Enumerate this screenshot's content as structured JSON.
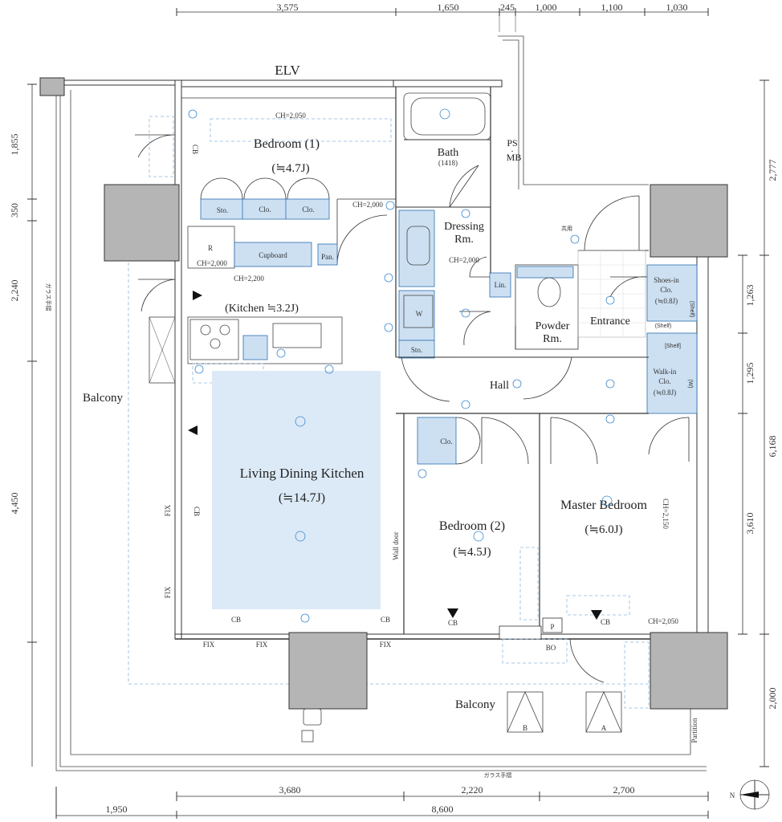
{
  "top_dims": [
    "3,575",
    "1,650",
    "245",
    "1,000",
    "1,100",
    "1,030"
  ],
  "bottom_dims_row1": [
    "3,680",
    "2,220",
    "2,700"
  ],
  "bottom_dims_row2": [
    "1,950",
    "8,600"
  ],
  "left_dims": [
    "1,855",
    "350",
    "2,240",
    "4,450"
  ],
  "right_dims_outer": [
    "2,777",
    "6,168",
    "2,000"
  ],
  "right_dims_inner": [
    "1,263",
    "1,295",
    "3,610"
  ],
  "rooms": {
    "elv": "ELV",
    "bedroom1": "Bedroom (1)",
    "bedroom1_size": "(≒4.7J)",
    "bath": "Bath",
    "bath_size": "(1418)",
    "ps_mb_1": "PS",
    "ps_mb_2": "·",
    "ps_mb_3": "MB",
    "dressing_1": "Dressing",
    "dressing_2": "Rm.",
    "kitchen": "(Kitchen ≒3.2J)",
    "powder_1": "Powder",
    "powder_2": "Rm.",
    "entrance": "Entrance",
    "hall": "Hall",
    "ldk": "Living Dining Kitchen",
    "ldk_size": "(≒14.7J)",
    "bedroom2": "Bedroom (2)",
    "bedroom2_size": "(≒4.5J)",
    "master": "Master Bedroom",
    "master_size": "(≒6.0J)",
    "balcony_left": "Balcony",
    "balcony_bottom": "Balcony"
  },
  "fixtures": {
    "sto1": "Sto.",
    "clo1": "Clo.",
    "clo2": "Clo.",
    "r": "R",
    "cupboard": "Cupboard",
    "pan": "Pan.",
    "w": "W",
    "sto2": "Sto.",
    "lin": "Lin.",
    "shoes_1": "Shoes-in",
    "shoes_2": "Clo.",
    "shoes_3": "(≒0.8J)",
    "shelf1": "(Shelf)",
    "shelf2": "(Shelf)",
    "shelf3": "[Shelf]",
    "walkin_1": "Walk-in",
    "walkin_2": "Clo.",
    "walkin_3": "(≒0.8J)",
    "walkin_w": "(W)",
    "clo3": "Clo.",
    "p": "P",
    "bo": "BO",
    "a": "A",
    "b": "B",
    "partition": "Partition",
    "wall_door": "Wall door"
  },
  "notes": {
    "ch_2050_top": "CH=2,050",
    "ch_2000_a": "CH=2,000",
    "ch_2000_b": "CH=2,000",
    "ch_2000_r": "CH=2,000",
    "ch_2200": "CH=2,200",
    "ch_2150": "CH=2,150",
    "ch_2050_bottom": "CH=2,050",
    "cb1": "CB",
    "cb2": "CB",
    "cb3": "CB",
    "cb4": "CB",
    "cb5": "CB",
    "cb6": "CB",
    "fix1": "FIX",
    "fix2": "FIX",
    "fix3": "FIX",
    "fix4": "FIX",
    "fix5": "FIX",
    "glass_rail_left": "ガラス手摺",
    "glass_rail_bottom": "ガラス手摺",
    "kyoyo": "共用",
    "north": "N"
  }
}
